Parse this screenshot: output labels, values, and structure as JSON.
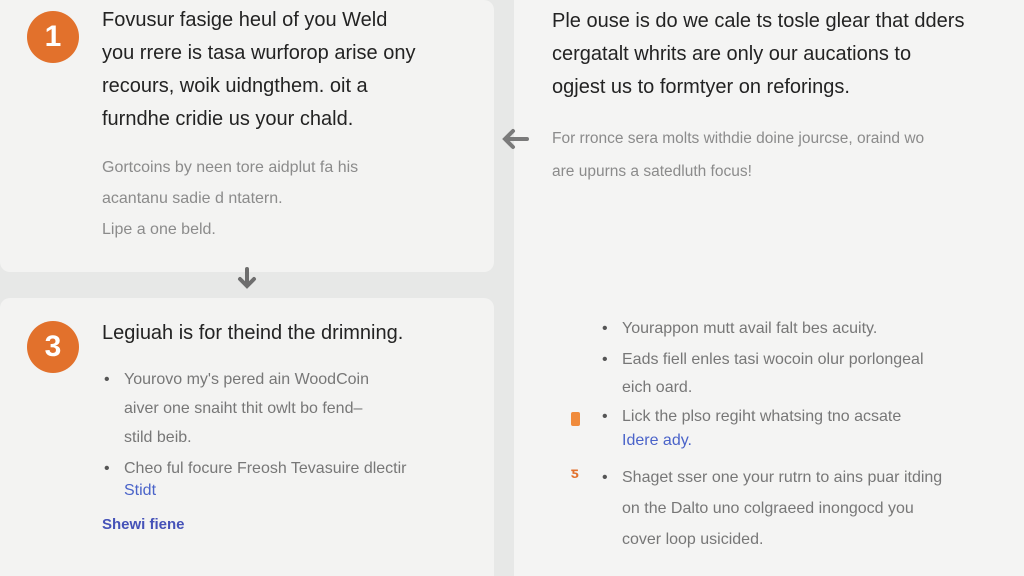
{
  "step1": {
    "number": "1",
    "heading_lines": [
      "Fovusur fasige heul of you Weld",
      "you rrere is tasa wurforop arise ony",
      "recours, woik uidngthem. oit a",
      "furndhe cridie us your chald."
    ],
    "sub_lines": [
      "Gortcoins by neen tore aidplut fa his",
      "acantanu sadie d ntatern.",
      "Lipe a one beld."
    ]
  },
  "step3": {
    "number": "3",
    "heading": "Legiuah is for theind the drimning.",
    "bullets": [
      {
        "lines": [
          "Yourovo my's pered ain WoodCoin",
          "aiver one snaiht thit owlt bo fend–",
          "stild beib."
        ]
      },
      {
        "lines": [
          "Cheo ful focure Freosh Tevasuire dlectir"
        ],
        "link_line": "Stidt"
      }
    ],
    "link": "Shewi fiene"
  },
  "right": {
    "heading_lines": [
      "Ple ouse is do we cale ts tosle glear that dders",
      "cergatalt whrits are only our aucations to",
      "ogjest us to formtyer on reforings."
    ],
    "sub_lines": [
      "For rronce sera molts withdie doine jourcse, oraind wo",
      "are upurns a satedluth focus!"
    ],
    "bullets": [
      {
        "lines": [
          "Yourappon mutt avail falt bes acuity."
        ]
      },
      {
        "lines": [
          "Eads fiell enles tasi wocoin olur porlongeal",
          "eich oard."
        ]
      },
      {
        "lines": [
          "Lick the plso regiht whatsing tno acsate"
        ],
        "link_line": "Idere ady."
      },
      {
        "lines": [
          "Shaget sser one your rutrn to ains puar itding",
          "on the Dalto uno colgraeed inongocd you",
          "cover loop usicided."
        ]
      }
    ]
  },
  "colors": {
    "badge": "#e2712c",
    "link": "#4552b8",
    "background": "#e7e8e7",
    "card": "#f3f3f2"
  },
  "icons": [
    "arrow-down-icon",
    "arrow-left-icon",
    "orange-marker-icon"
  ]
}
